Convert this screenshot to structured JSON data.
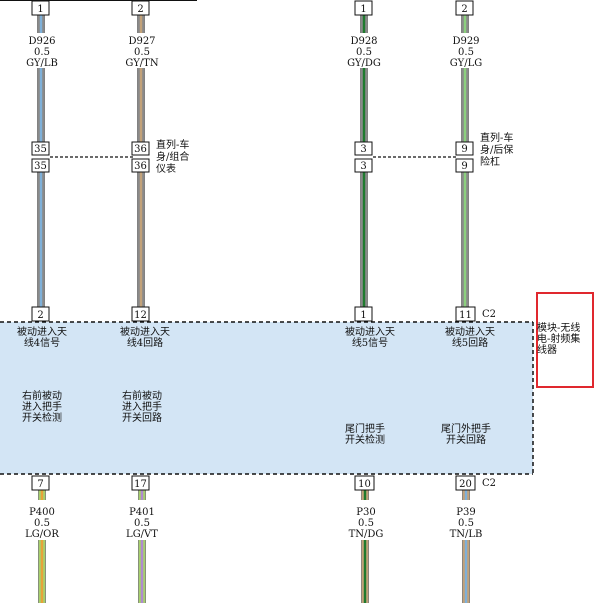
{
  "wires": [
    {
      "id": "w1",
      "top_pin": "1",
      "circuit": "D926",
      "gauge": "0.5",
      "color_code": "GY/LB",
      "colors": [
        "#8a8a8a",
        "#7fb0d8"
      ],
      "inline_pin_upper": "35",
      "inline_pin_lower": "35",
      "module_pin": "2",
      "module_func": [
        "被动进入天",
        "线4信号"
      ],
      "switch_func": [
        "右前被动",
        "进入把手",
        "开关检测"
      ],
      "bottom_pin": "7",
      "bottom_circuit": "P400",
      "bottom_gauge": "0.5",
      "bottom_color_code": "LG/OR",
      "bottom_colors": [
        "#a7d06c",
        "#e8a23a"
      ]
    },
    {
      "id": "w2",
      "top_pin": "2",
      "circuit": "D927",
      "gauge": "0.5",
      "color_code": "GY/TN",
      "colors": [
        "#8a8a8a",
        "#c2a27a"
      ],
      "inline_pin_upper": "36",
      "inline_pin_lower": "36",
      "module_pin": "12",
      "module_func": [
        "被动进入天",
        "线4回路"
      ],
      "switch_func": [
        "右前被动",
        "进入把手",
        "开关回路"
      ],
      "bottom_pin": "17",
      "bottom_circuit": "P401",
      "bottom_gauge": "0.5",
      "bottom_color_code": "LG/VT",
      "bottom_colors": [
        "#a7d06c",
        "#b08ad0"
      ]
    },
    {
      "id": "w3",
      "top_pin": "1",
      "circuit": "D928",
      "gauge": "0.5",
      "color_code": "GY/DG",
      "colors": [
        "#8a8a8a",
        "#1f7a2e"
      ],
      "inline_pin_upper": "3",
      "inline_pin_lower": "3",
      "module_pin": "1",
      "module_func": [
        "被动进入天",
        "线5信号"
      ],
      "switch_func": [
        "尾门把手",
        "开关检测"
      ],
      "bottom_pin": "10",
      "bottom_circuit": "P30",
      "bottom_gauge": "0.5",
      "bottom_color_code": "TN/DG",
      "bottom_colors": [
        "#c2a27a",
        "#1f7a2e"
      ]
    },
    {
      "id": "w4",
      "top_pin": "2",
      "circuit": "D929",
      "gauge": "0.5",
      "color_code": "GY/LG",
      "colors": [
        "#8a8a8a",
        "#8ccf7e"
      ],
      "inline_pin_upper": "9",
      "inline_pin_lower": "9",
      "module_pin": "11",
      "module_func": [
        "被动进入天",
        "线5回路"
      ],
      "switch_func": [
        "尾门外把手",
        "开关回路"
      ],
      "bottom_pin": "20",
      "bottom_circuit": "P39",
      "bottom_gauge": "0.5",
      "bottom_color_code": "TN/LB",
      "bottom_colors": [
        "#c2a27a",
        "#7fb0d8"
      ]
    }
  ],
  "inline_connectors": [
    {
      "id": "ic1",
      "label": [
        "直列-车",
        "身/组合",
        "仪表"
      ]
    },
    {
      "id": "ic2",
      "label": [
        "直列-车",
        "身/后保",
        "险杠"
      ]
    }
  ],
  "module": {
    "connector_top": "C2",
    "connector_bottom": "C2",
    "name": [
      "模块-无线",
      "电-射频集",
      "线器"
    ],
    "fill_color": "#d3e5f5",
    "highlight_color": "#e0282e"
  }
}
